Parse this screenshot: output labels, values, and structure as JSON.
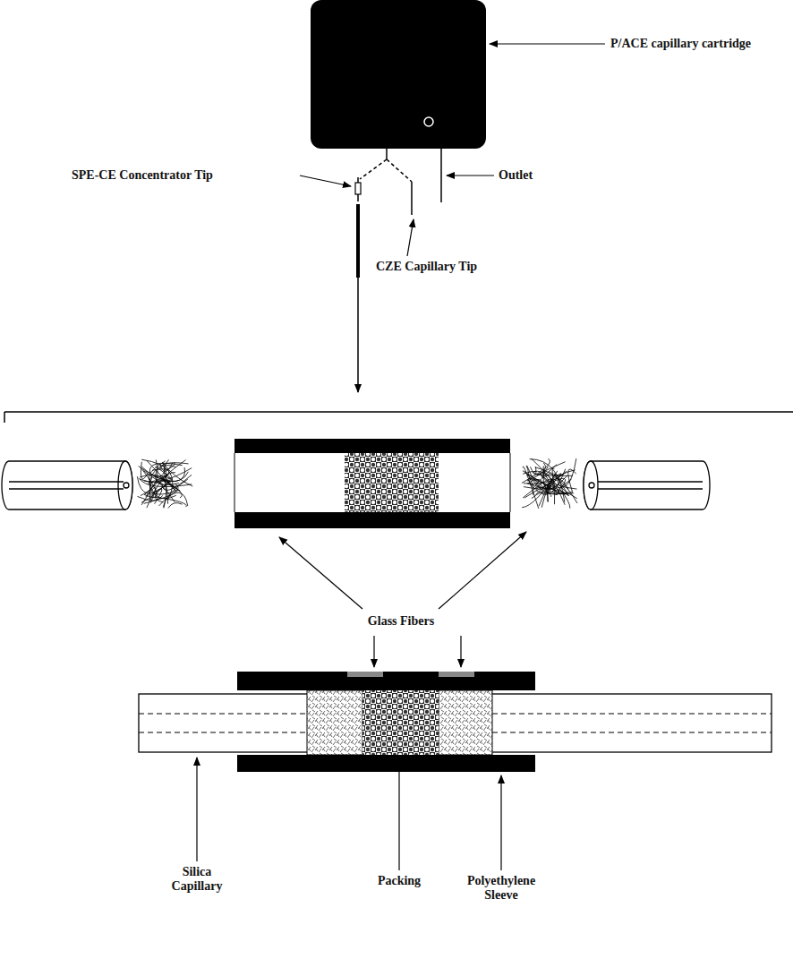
{
  "diagram": {
    "labels": [
      "P/ACE capillary cartridge",
      "SPE-CE Concentrator Tip",
      "Outlet",
      "CZE Capillary Tip",
      "Glass Fibers",
      "Silica Capillary",
      "Packing",
      "Polyethylene Sleeve"
    ]
  }
}
